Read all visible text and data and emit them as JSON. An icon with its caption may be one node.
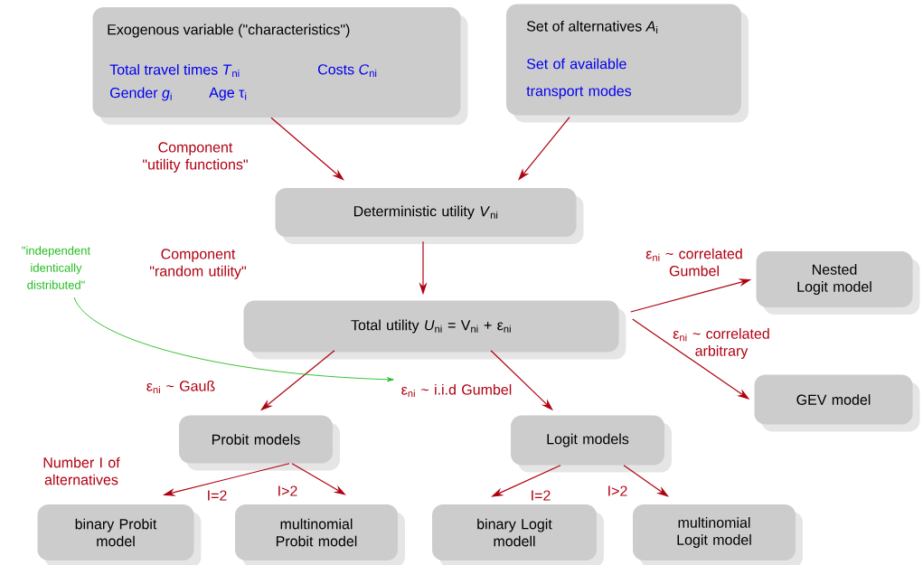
{
  "diagram": {
    "nodes": [
      {
        "text": [
          "Exogenous variable (\"characteristics\")",
          "Total travel times *T*$_{ni}$",
          "Costs *C*$_{ni}$",
          "Gender *g*$_{i}$",
          "Age τ$_{i}$"
        ]
      },
      {
        "text": [
          "Set of alternatives *A*$_{i}$",
          "Set of available transport modes"
        ]
      },
      {
        "text": [
          "Deterministic utility *V*$_{ni}$"
        ]
      },
      {
        "text": [
          "Total utility *U*$_{ni}$ = V$_{ni}$ + ε$_{ni}$"
        ]
      },
      {
        "text": [
          "Nested Logit model"
        ]
      },
      {
        "text": [
          "GEV model"
        ]
      },
      {
        "text": [
          "Probit models"
        ]
      },
      {
        "text": [
          "Logit models"
        ]
      },
      {
        "text": [
          "binary Probit model"
        ]
      },
      {
        "text": [
          "multinomial Probit model"
        ]
      },
      {
        "text": [
          "binary Logit modell"
        ]
      },
      {
        "text": [
          "multinomial Logit model"
        ]
      },
      {
        "text": [
          "\"independent identically distributed\""
        ]
      },
      {
        "text": [
          "ε$_{ni}$ ~ i.i.d Gumbel"
        ]
      }
    ],
    "edges": [
      {
        "from": 0,
        "to": 2,
        "arrow": "to"
      },
      {
        "from": 1,
        "to": 2,
        "arrow": "to"
      },
      {
        "from": 2,
        "to": 3,
        "arrow": "to"
      },
      {
        "from": 3,
        "to": 4,
        "arrow": "to",
        "label": "ε$_{ni}$ ~ correlated Gumbel"
      },
      {
        "from": 3,
        "to": 5,
        "arrow": "to",
        "label": "ε$_{ni}$ ~ correlated arbitrary"
      },
      {
        "from": 3,
        "to": 6,
        "arrow": "to",
        "label": "ε$_{ni}$ ~ Gauß"
      },
      {
        "from": 3,
        "to": 7,
        "arrow": "to"
      },
      {
        "from": 12,
        "to": 13,
        "arrow": "to",
        "color": "#22bb22"
      },
      {
        "from": 6,
        "to": 8,
        "arrow": "to",
        "label": "I=2"
      },
      {
        "from": 6,
        "to": 9,
        "arrow": "to",
        "label": "I>2"
      },
      {
        "from": 7,
        "to": 10,
        "arrow": "to",
        "label": "I=2"
      },
      {
        "from": 7,
        "to": 11,
        "arrow": "to",
        "label": "I>2"
      }
    ],
    "labels": [
      "Component \"utility functions\"",
      "Component \"random utility\"",
      "Number I of alternatives"
    ]
  }
}
